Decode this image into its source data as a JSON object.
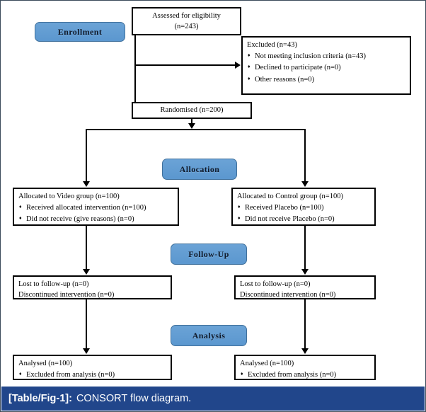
{
  "figure": {
    "caption_label": "[Table/Fig-1]:",
    "caption_text": "CONSORT flow diagram.",
    "caption_bg": "#21468b",
    "badge_color": "#5b97cf",
    "badge_border": "#41719c",
    "border_color": "#3b4a5a"
  },
  "stages": {
    "enrollment": "Enrollment",
    "allocation": "Allocation",
    "followup": "Follow-Up",
    "analysis": "Analysis"
  },
  "nodes": {
    "assessed": {
      "line1": "Assessed for eligibility",
      "line2": "(n=243)"
    },
    "excluded": {
      "head": "Excluded (n=43)",
      "items": [
        "Not meeting inclusion criteria (n=43)",
        "Declined to participate (n=0)",
        "Other reasons (n=0)"
      ]
    },
    "randomised": {
      "head": "Randomised (n=200)"
    },
    "alloc_left": {
      "head": "Allocated to Video group (n=100)",
      "items": [
        "Received allocated intervention (n=100)",
        "Did not receive (give reasons) (n=0)"
      ]
    },
    "alloc_right": {
      "head": "Allocated to Control group (n=100)",
      "items": [
        "Received Placebo (n=100)",
        "Did not receive Placebo (n=0)"
      ]
    },
    "followup_left": {
      "line1": "Lost to follow-up (n=0)",
      "line2": "Discontinued intervention (n=0)"
    },
    "followup_right": {
      "line1": "Lost to follow-up (n=0)",
      "line2": "Discontinued intervention (n=0)"
    },
    "analysis_left": {
      "head": "Analysed (n=100)",
      "items": [
        "Excluded from analysis (n=0)"
      ]
    },
    "analysis_right": {
      "head": "Analysed (n=100)",
      "items": [
        "Excluded from analysis (n=0)"
      ]
    }
  },
  "chart_data": {
    "type": "diagram",
    "title": "CONSORT flow diagram",
    "flow": [
      {
        "stage": "Enrollment",
        "node": "Assessed for eligibility",
        "n": 243
      },
      {
        "stage": "Enrollment",
        "node": "Excluded",
        "n": 43,
        "reasons": [
          {
            "label": "Not meeting inclusion criteria",
            "n": 43
          },
          {
            "label": "Declined to participate",
            "n": 0
          },
          {
            "label": "Other reasons",
            "n": 0
          }
        ]
      },
      {
        "stage": "Enrollment",
        "node": "Randomised",
        "n": 200
      },
      {
        "stage": "Allocation",
        "node": "Allocated to Video group",
        "n": 100,
        "details": [
          {
            "label": "Received allocated intervention",
            "n": 100
          },
          {
            "label": "Did not receive (give reasons)",
            "n": 0
          }
        ]
      },
      {
        "stage": "Allocation",
        "node": "Allocated to Control group",
        "n": 100,
        "details": [
          {
            "label": "Received Placebo",
            "n": 100
          },
          {
            "label": "Did not receive Placebo",
            "n": 0
          }
        ]
      },
      {
        "stage": "Follow-Up",
        "node": "Video group",
        "details": [
          {
            "label": "Lost to follow-up",
            "n": 0
          },
          {
            "label": "Discontinued intervention",
            "n": 0
          }
        ]
      },
      {
        "stage": "Follow-Up",
        "node": "Control group",
        "details": [
          {
            "label": "Lost to follow-up",
            "n": 0
          },
          {
            "label": "Discontinued intervention",
            "n": 0
          }
        ]
      },
      {
        "stage": "Analysis",
        "node": "Video group analysed",
        "n": 100,
        "details": [
          {
            "label": "Excluded from analysis",
            "n": 0
          }
        ]
      },
      {
        "stage": "Analysis",
        "node": "Control group analysed",
        "n": 100,
        "details": [
          {
            "label": "Excluded from analysis",
            "n": 0
          }
        ]
      }
    ]
  }
}
